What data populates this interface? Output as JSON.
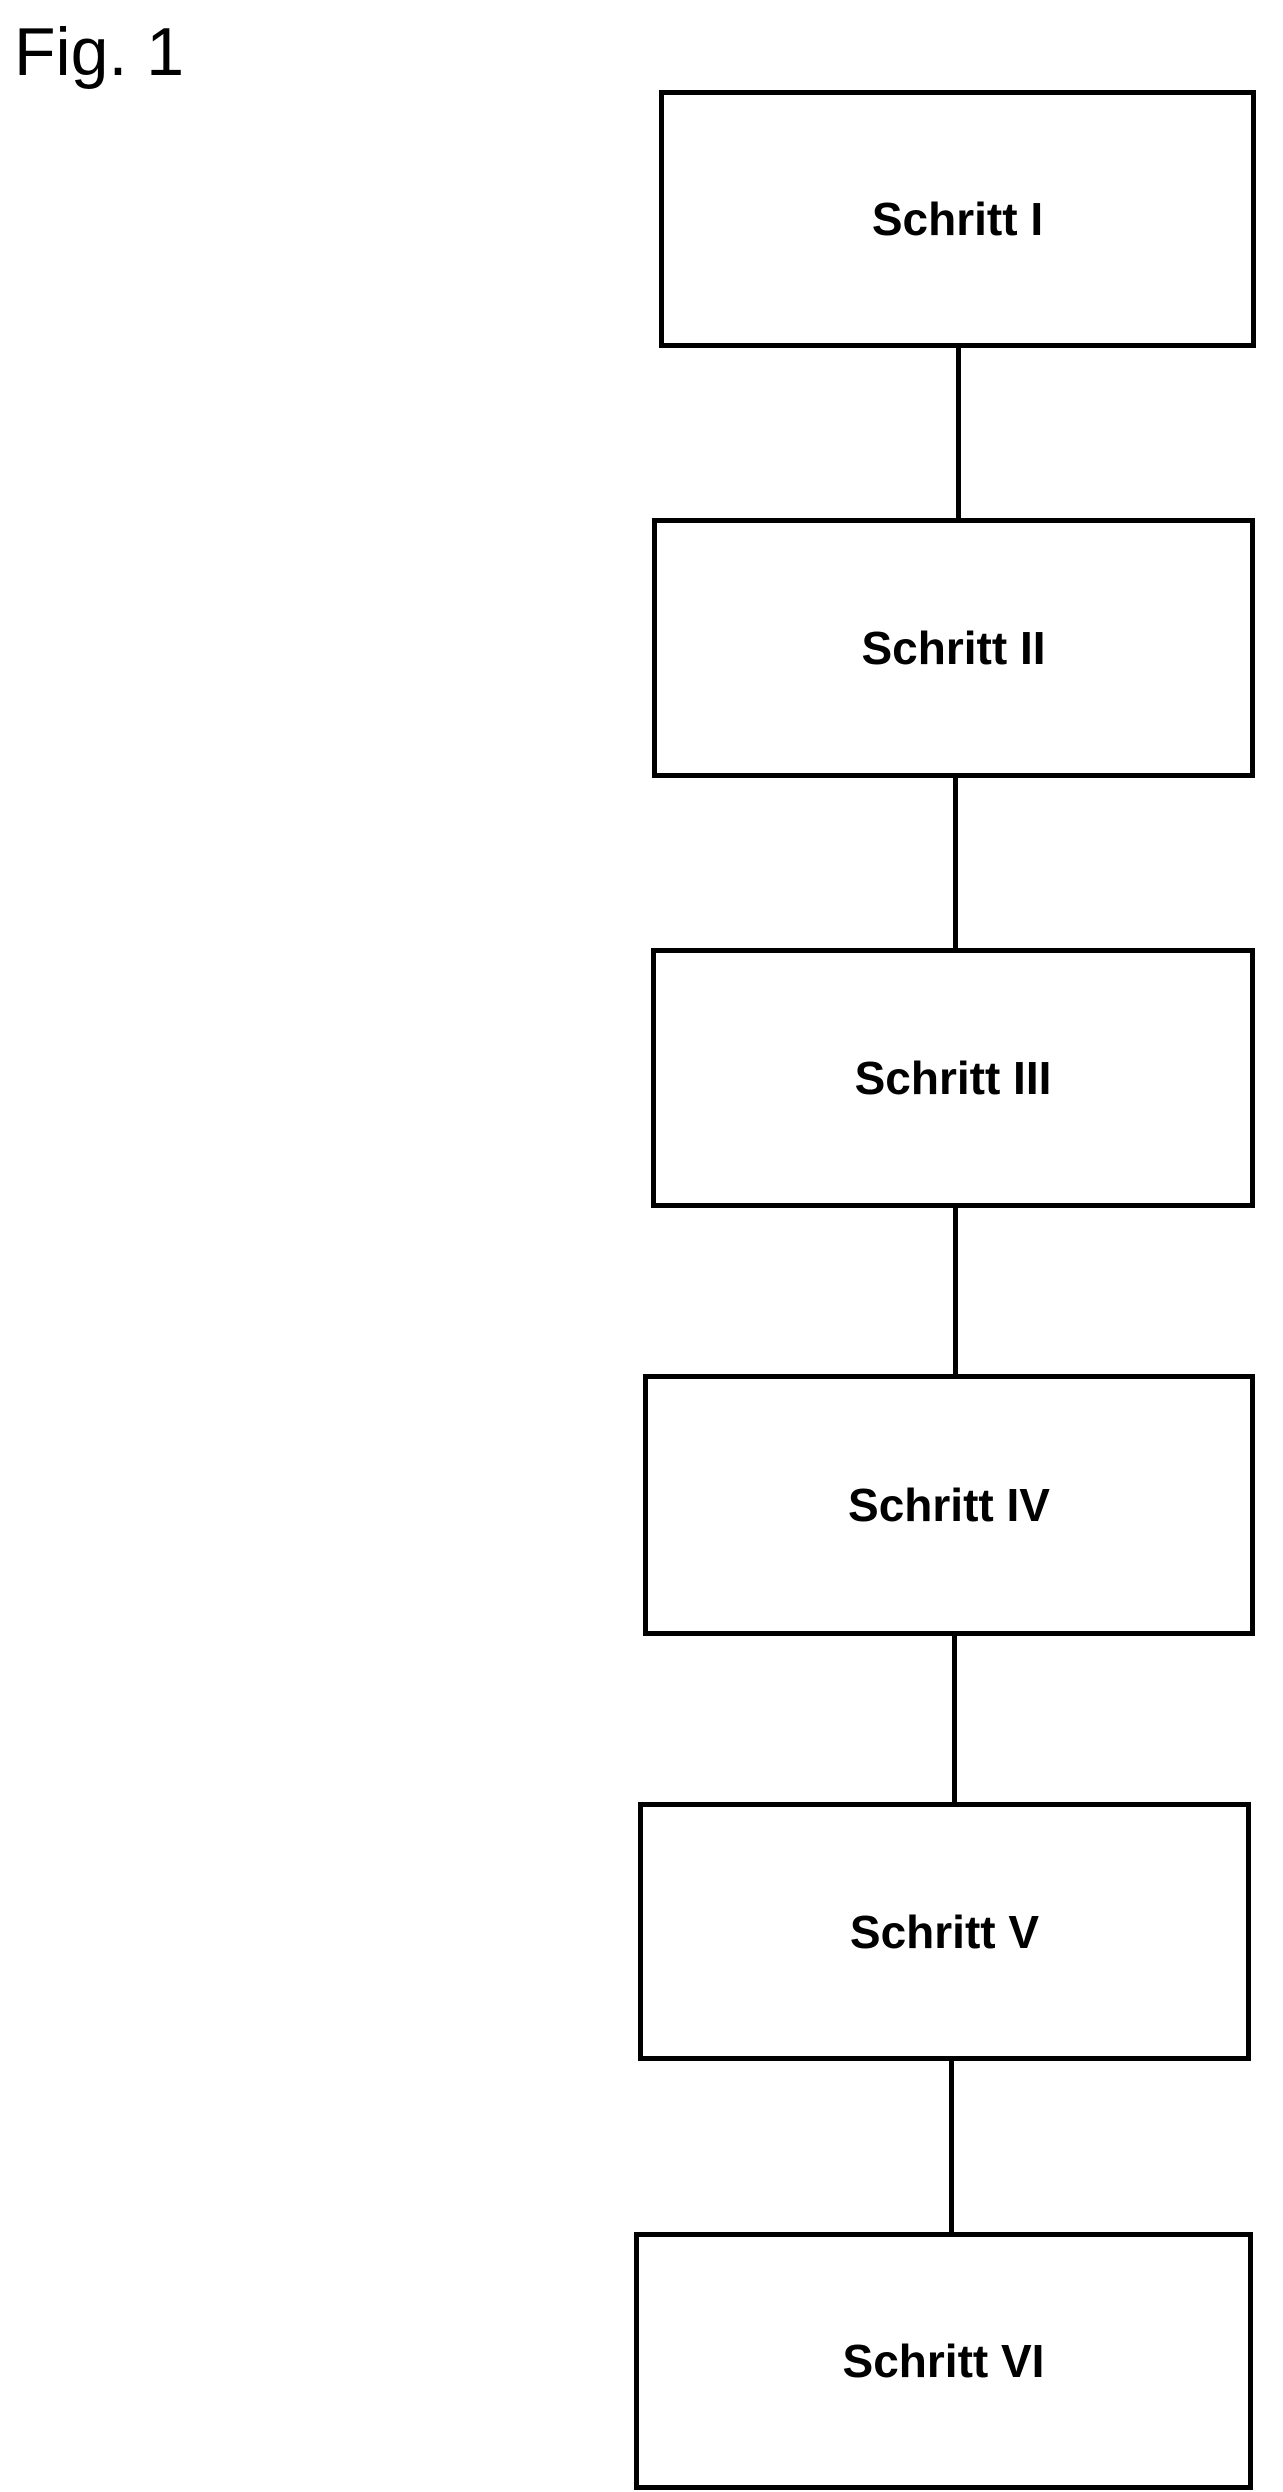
{
  "figure": {
    "label": "Fig. 1"
  },
  "steps": [
    {
      "label": "Schritt I"
    },
    {
      "label": "Schritt II"
    },
    {
      "label": "Schritt III"
    },
    {
      "label": "Schritt IV"
    },
    {
      "label": "Schritt V"
    },
    {
      "label": "Schritt VI"
    }
  ]
}
